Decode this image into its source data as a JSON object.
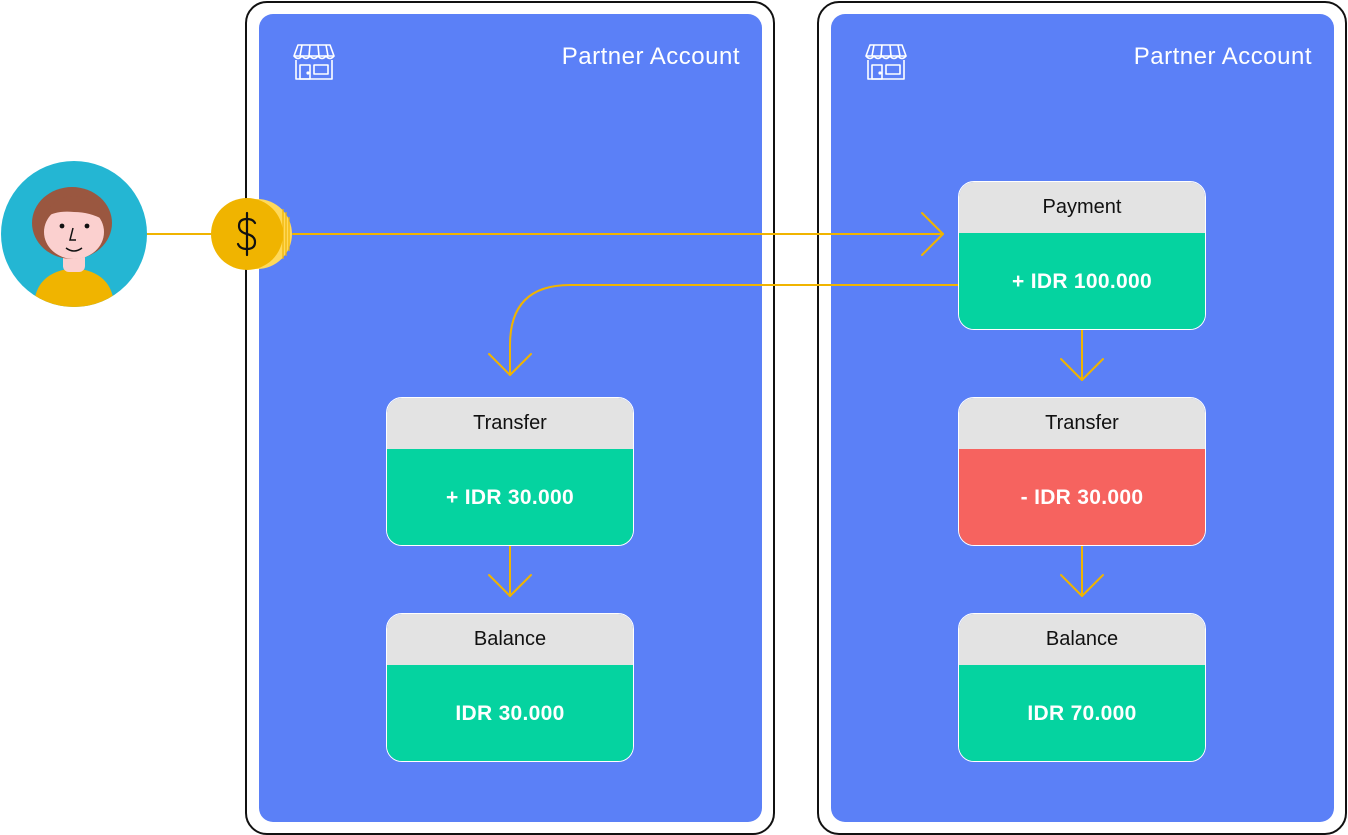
{
  "colors": {
    "panel": "#5b80f7",
    "positive": "#05d3a0",
    "negative": "#f6635f",
    "card_header": "#e3e3e3",
    "flow_line": "#f0b400",
    "avatar_bg": "#24b6d3"
  },
  "icons": {
    "customer": "person-avatar-icon",
    "coin": "dollar-coin-icon",
    "store": "storefront-icon"
  },
  "left_account": {
    "title": "Partner Account",
    "cards": [
      {
        "header": "Transfer",
        "value": "+ IDR 30.000",
        "status": "positive"
      },
      {
        "header": "Balance",
        "value": "IDR 30.000",
        "status": "positive"
      }
    ]
  },
  "right_account": {
    "title": "Partner Account",
    "cards": [
      {
        "header": "Payment",
        "value": "+ IDR 100.000",
        "status": "positive"
      },
      {
        "header": "Transfer",
        "value": "- IDR 30.000",
        "status": "negative"
      },
      {
        "header": "Balance",
        "value": "IDR 70.000",
        "status": "positive"
      }
    ]
  }
}
